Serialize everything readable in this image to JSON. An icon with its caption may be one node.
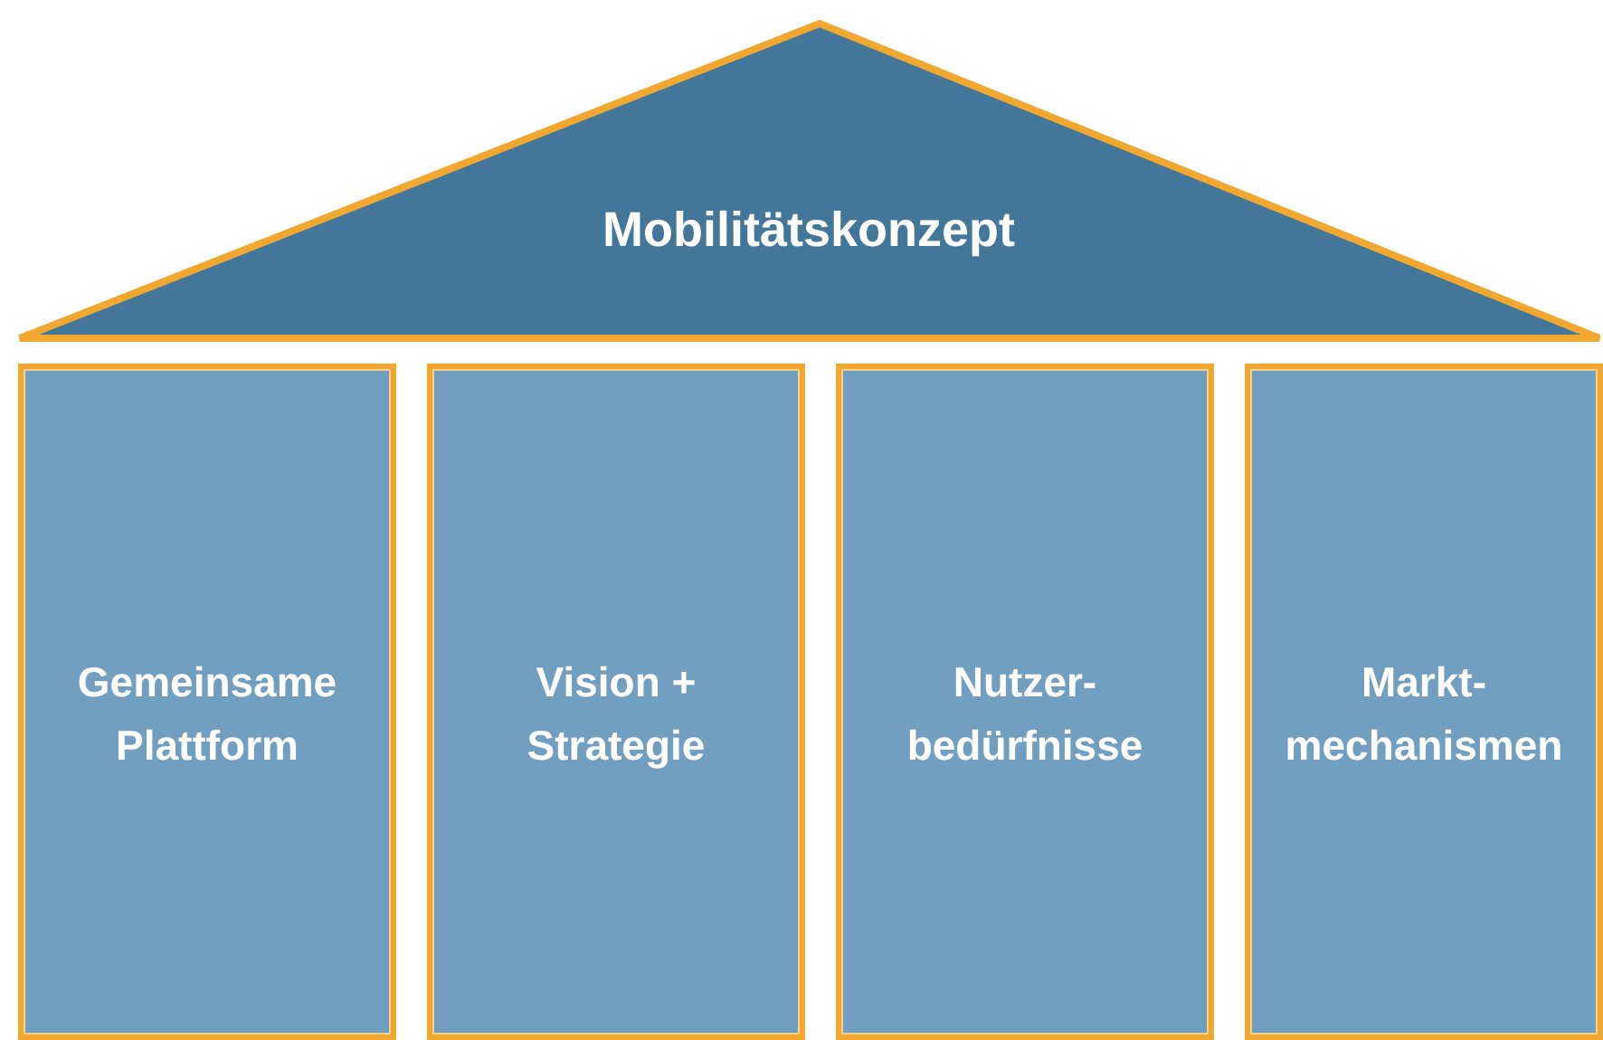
{
  "diagram": {
    "nodes": [
      {
        "text": [
          "Mobilitätskonzept"
        ]
      },
      {
        "text": [
          "Gemeinsame Plattform"
        ]
      },
      {
        "text": [
          "Vision + Strategie"
        ]
      },
      {
        "text": [
          "Nutzer- bedürfnisse"
        ]
      },
      {
        "text": [
          "Markt- mechanismen"
        ]
      }
    ]
  }
}
